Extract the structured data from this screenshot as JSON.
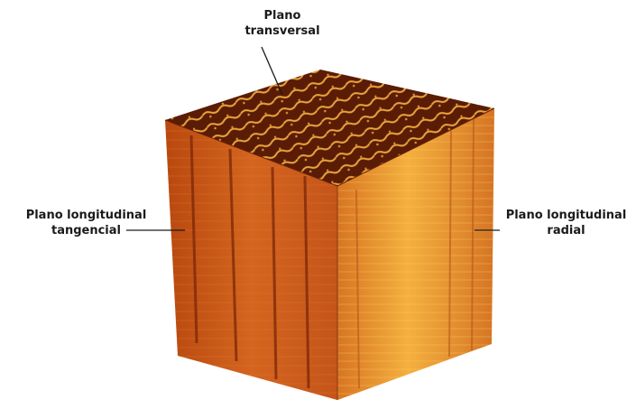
{
  "labels": {
    "top": {
      "line1": "Plano",
      "line2": "transversal"
    },
    "left": {
      "line1": "Plano longitudinal",
      "line2": "tangencial"
    },
    "right": {
      "line1": "Plano longitudinal",
      "line2": "radial"
    }
  },
  "colors": {
    "top_face_dark": "#5a1c05",
    "top_face_light": "#e8a43c",
    "left_face": "#c8561c",
    "left_face_dark": "#8a2e0a",
    "right_face": "#e88a2a",
    "right_face_light": "#f5b84a",
    "leader_line": "#1a1a1a"
  }
}
